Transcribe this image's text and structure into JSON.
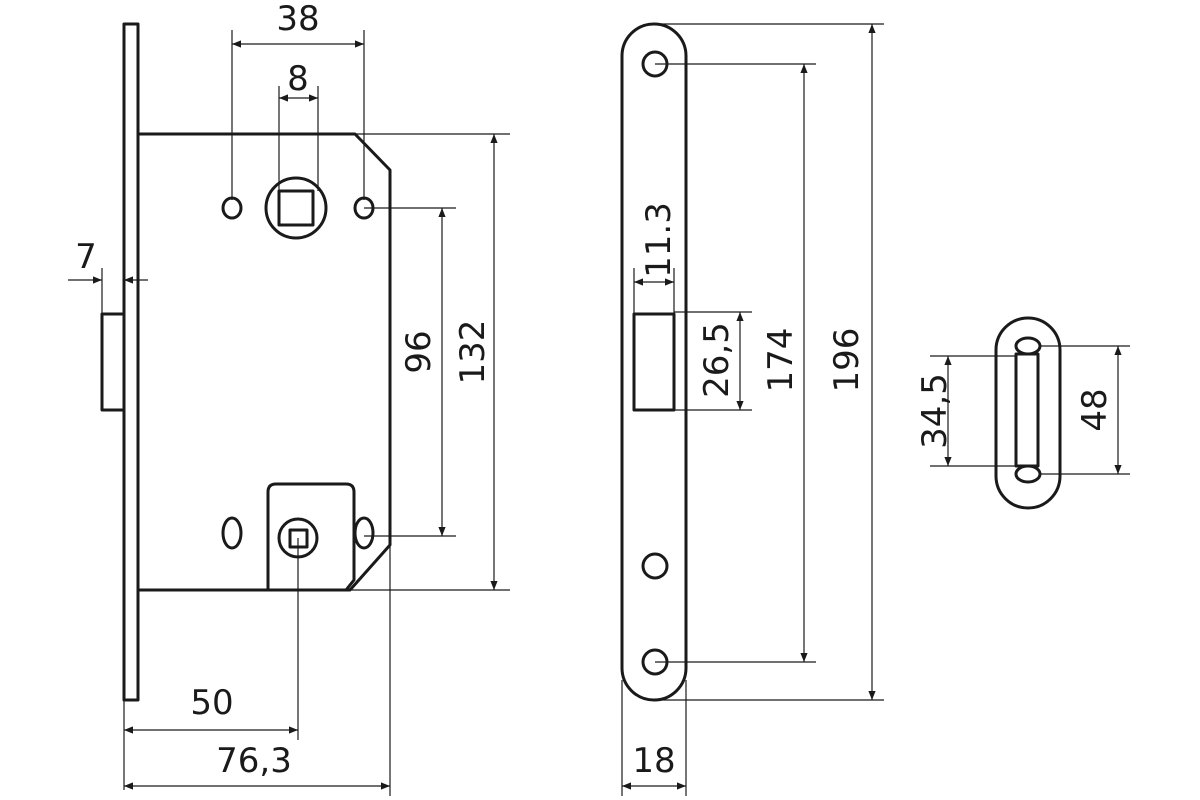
{
  "dimensions": {
    "backset_width": "38",
    "spindle_square": "8",
    "faceplate_thickness": "7",
    "hole_spacing": "96",
    "body_height": "132",
    "backset": "50",
    "case_depth": "76,3",
    "latch_width": "11.3",
    "latch_height": "26,5",
    "faceplate_screw_spacing": "174",
    "faceplate_length": "196",
    "faceplate_width": "18",
    "strike_opening": "34,5",
    "strike_length": "48"
  }
}
